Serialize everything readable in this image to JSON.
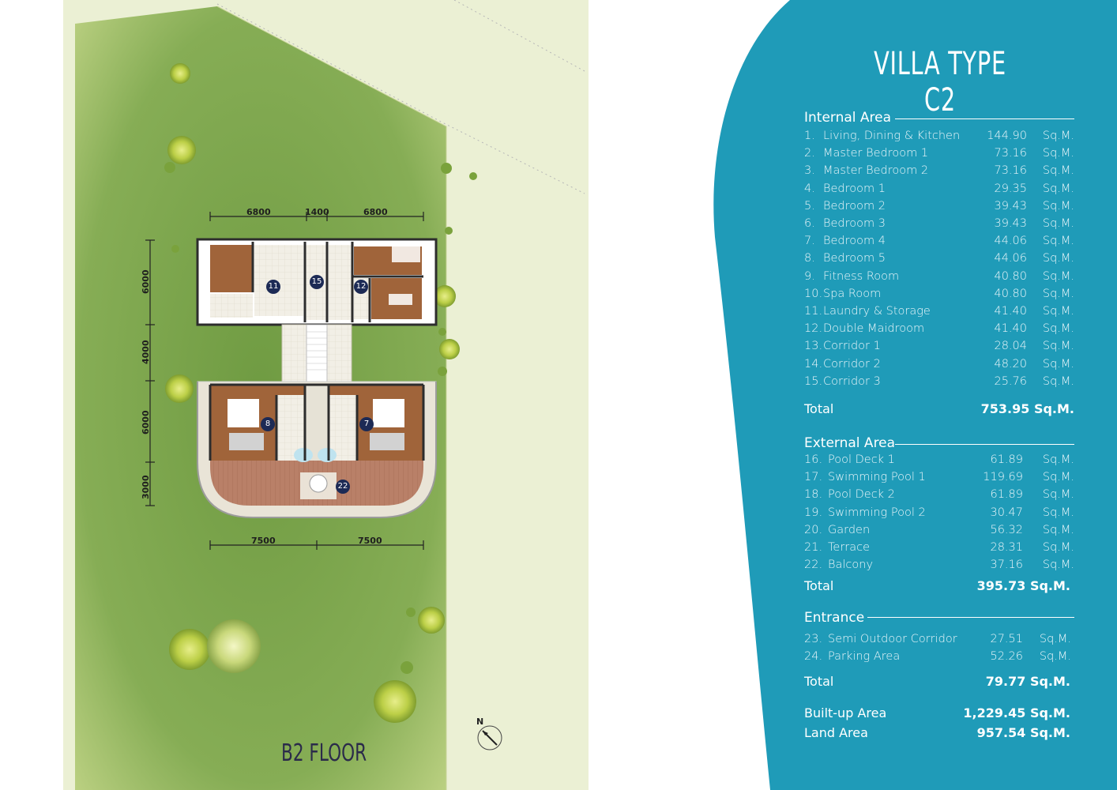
{
  "title": "VILLA TYPE C2",
  "floor_label": "B2 FLOOR",
  "north_label": "N",
  "colors": {
    "panel": "#1f9bb8",
    "lawn": "#7fa84e",
    "lawn_light": "#c9d98b",
    "wood": "#a0643a",
    "deck": "#b9826a",
    "room_marker": "#1c2a55"
  },
  "dimensions": {
    "top": [
      "6800",
      "1400",
      "6800"
    ],
    "bottom": [
      "7500",
      "7500"
    ],
    "left": [
      "6000",
      "4000",
      "6000",
      "3000"
    ]
  },
  "room_markers": [
    "11",
    "15",
    "12",
    "8",
    "7",
    "22"
  ],
  "internal": {
    "heading": "Internal Area",
    "rows": [
      {
        "num": "1.",
        "label": "Living, Dining & Kitchen",
        "value": "144.90",
        "unit": "Sq.M."
      },
      {
        "num": "2.",
        "label": "Master Bedroom 1",
        "value": "73.16",
        "unit": "Sq.M."
      },
      {
        "num": "3.",
        "label": "Master Bedroom 2",
        "value": "73.16",
        "unit": "Sq.M."
      },
      {
        "num": "4.",
        "label": "Bedroom 1",
        "value": "29.35",
        "unit": "Sq.M."
      },
      {
        "num": "5.",
        "label": "Bedroom 2",
        "value": "39.43",
        "unit": "Sq.M."
      },
      {
        "num": "6.",
        "label": "Bedroom 3",
        "value": "39.43",
        "unit": "Sq.M."
      },
      {
        "num": "7.",
        "label": "Bedroom 4",
        "value": "44.06",
        "unit": "Sq.M."
      },
      {
        "num": "8.",
        "label": "Bedroom 5",
        "value": "44.06",
        "unit": "Sq.M."
      },
      {
        "num": "9.",
        "label": "Fitness Room",
        "value": "40.80",
        "unit": "Sq.M."
      },
      {
        "num": "10.",
        "label": "Spa Room",
        "value": "40.80",
        "unit": "Sq.M."
      },
      {
        "num": "11.",
        "label": "Laundry & Storage",
        "value": "41.40",
        "unit": "Sq.M."
      },
      {
        "num": "12.",
        "label": "Double Maidroom",
        "value": "41.40",
        "unit": "Sq.M."
      },
      {
        "num": "13.",
        "label": "Corridor 1",
        "value": "28.04",
        "unit": "Sq.M."
      },
      {
        "num": "14.",
        "label": "Corridor 2",
        "value": "48.20",
        "unit": "Sq.M."
      },
      {
        "num": "15.",
        "label": "Corridor 3",
        "value": "25.76",
        "unit": "Sq.M."
      }
    ],
    "total_label": "Total",
    "total_value": "753.95 Sq.M."
  },
  "external": {
    "heading": "External Area",
    "rows": [
      {
        "num": "16.",
        "label": "Pool Deck 1",
        "value": "61.89",
        "unit": "Sq.M."
      },
      {
        "num": "17.",
        "label": "Swimming Pool 1",
        "value": "119.69",
        "unit": "Sq.M."
      },
      {
        "num": "18.",
        "label": "Pool Deck 2",
        "value": "61.89",
        "unit": "Sq.M."
      },
      {
        "num": "19.",
        "label": "Swimming Pool 2",
        "value": "30.47",
        "unit": "Sq.M."
      },
      {
        "num": "20.",
        "label": "Garden",
        "value": "56.32",
        "unit": "Sq.M."
      },
      {
        "num": "21.",
        "label": "Terrace",
        "value": "28.31",
        "unit": "Sq.M."
      },
      {
        "num": "22.",
        "label": "Balcony",
        "value": "37.16",
        "unit": "Sq.M."
      }
    ],
    "total_label": "Total",
    "total_value": "395.73 Sq.M."
  },
  "entrance": {
    "heading": "Entrance",
    "rows": [
      {
        "num": "23.",
        "label": "Semi Outdoor Corridor",
        "value": "27.51",
        "unit": "Sq.M."
      },
      {
        "num": "24.",
        "label": "Parking Area",
        "value": "52.26",
        "unit": "Sq.M."
      }
    ],
    "total_label": "Total",
    "total_value": "79.77 Sq.M."
  },
  "summary": [
    {
      "label": "Built-up Area",
      "value": "1,229.45 Sq.M."
    },
    {
      "label": "Land Area",
      "value": "957.54 Sq.M."
    }
  ]
}
